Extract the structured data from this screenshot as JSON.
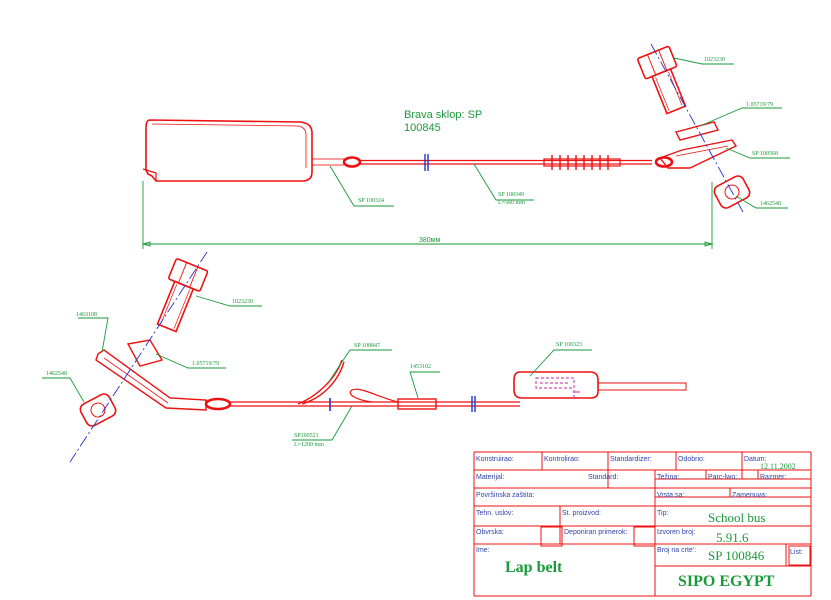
{
  "assembly": {
    "title_line1": "Brava sklop:  SP",
    "title_line2": "100845"
  },
  "top": {
    "dimension": "380мм",
    "labels": {
      "bolt": "1023230",
      "washer": "1.05719/79",
      "bracket": "SP 100568",
      "nut": "1462548",
      "housing_part": "SP 100324",
      "cable_part": "SP 100349",
      "cable_length": "L=560 mm"
    }
  },
  "bottom": {
    "labels": {
      "bracket": "1463108",
      "nut": "1462548",
      "bolt": "1023230",
      "washer": "1.05719/79",
      "tongue_part": "SP 100847",
      "sleeve": "1453102",
      "latch_plate": "SP 100323",
      "cable_part": "SP100521",
      "cable_length": "L=1200 mm"
    }
  },
  "title_block": {
    "konstruirao": "Konstruirao:",
    "kontrolirao": "Kontrolirao:",
    "standardizer": "Standardizer:",
    "odobrio": "Odobrio:",
    "datum_label": "Datum:",
    "datum_value": "12.11.2002",
    "materijal": "Materijal:",
    "standard": "Standard:",
    "tezina": "Težina:",
    "parc_lwo": "Parc-lwo:",
    "razmer": "Razmer:",
    "povrsinska_zastita": "Površinska zaštita:",
    "vrsta_sa": "Vrsta sa:",
    "zamenuva": "Zamenuva:",
    "tehn_uslov": "Tehn. uslov:",
    "st_proizvod": "St. proizvod:",
    "tip_label": "Tip:",
    "tip_value": "School bus",
    "obvrska": "Obvrska:",
    "deponiran_primerok": "Deponiran primerok:",
    "dizajn_broj_label": "Izvoren broj:",
    "dizajn_broj_value": "5.91.6",
    "ime_label": "Ime:",
    "ime_value": "Lap belt",
    "broj_na_crtez_label": "Broj na crte':",
    "broj_na_crtez_value": "SP 100846",
    "list_label": "List:",
    "company": "SIPO EGYPT"
  }
}
